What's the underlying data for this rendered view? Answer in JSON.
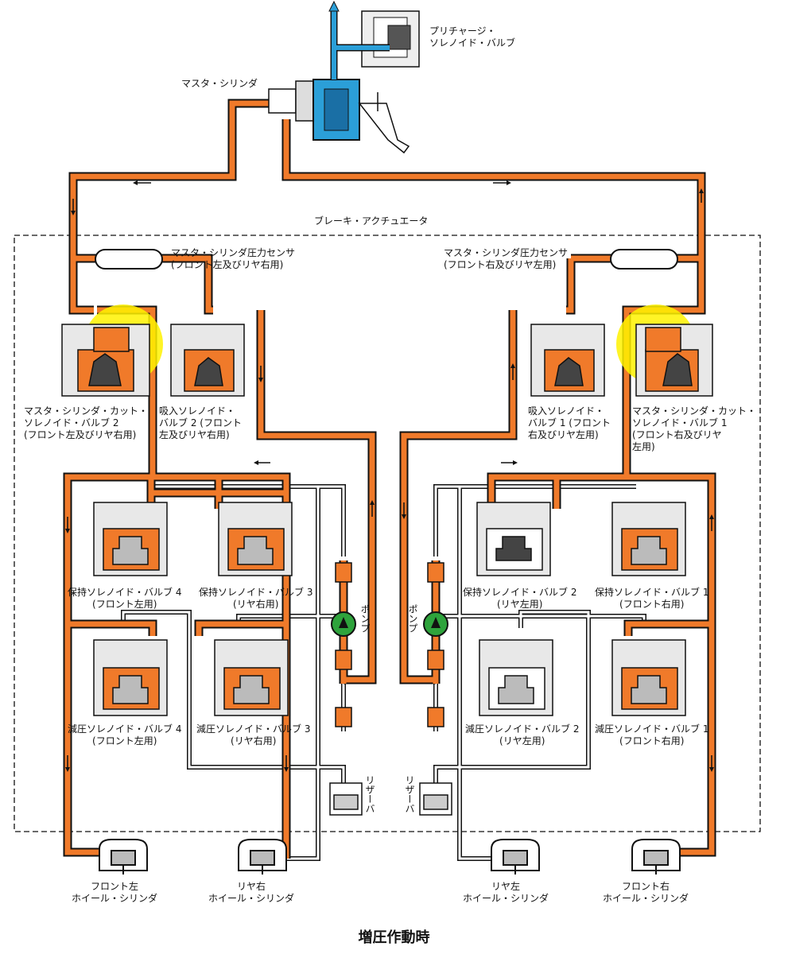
{
  "colors": {
    "pressure_line": "#F07A2A",
    "return_line": "#ffffff",
    "precharge_line": "#2B9FD8",
    "pump": "#2EA33C",
    "highlight": "#FFF200",
    "outline": "#111111"
  },
  "labels": {
    "precharge_valve": "プリチャージ・\nソレノイド・バルブ",
    "master_cylinder": "マスタ・シリンダ",
    "brake_actuator": "ブレーキ・アクチュエータ",
    "sensor_left": "マスタ・シリンダ圧力センサ\n(フロント左及びリヤ右用)",
    "sensor_right": "マスタ・シリンダ圧力センサ\n(フロント右及びリヤ左用)",
    "cut_valve_2": "マスタ・シリンダ・カット・\nソレノイド・バルブ 2\n(フロント左及びリヤ右用)",
    "suction_valve_2": "吸入ソレノイド・\nバルブ 2 (フロント\n左及びリヤ右用)",
    "suction_valve_1": "吸入ソレノイド・\nバルブ 1 (フロント\n右及びリヤ左用)",
    "cut_valve_1": "マスタ・シリンダ・カット・\nソレノイド・バルブ 1\n(フロント右及びリヤ\n左用)",
    "hold_valve_4": "保持ソレノイド・バルブ 4\n(フロント左用)",
    "hold_valve_3": "保持ソレノイド・バルブ 3\n(リヤ右用)",
    "hold_valve_2": "保持ソレノイド・バルブ 2\n(リヤ左用)",
    "hold_valve_1": "保持ソレノイド・バルブ 1\n(フロント右用)",
    "reduce_valve_4": "減圧ソレノイド・バルブ 4\n(フロント左用)",
    "reduce_valve_3": "減圧ソレノイド・バルブ 3\n(リヤ右用)",
    "reduce_valve_2": "減圧ソレノイド・バルブ 2\n(リヤ左用)",
    "reduce_valve_1": "減圧ソレノイド・バルブ 1\n(フロント右用)",
    "pump_left": "ポンプ",
    "pump_right": "ポンプ",
    "reservoir_left": "リザーバ",
    "reservoir_right": "リザーバ",
    "wheel_front_left": "フロント左\nホイール・シリンダ",
    "wheel_rear_right": "リヤ右\nホイール・シリンダ",
    "wheel_rear_left": "リヤ左\nホイール・シリンダ",
    "wheel_front_right": "フロント右\nホイール・シリンダ"
  },
  "caption": "増圧作動時"
}
